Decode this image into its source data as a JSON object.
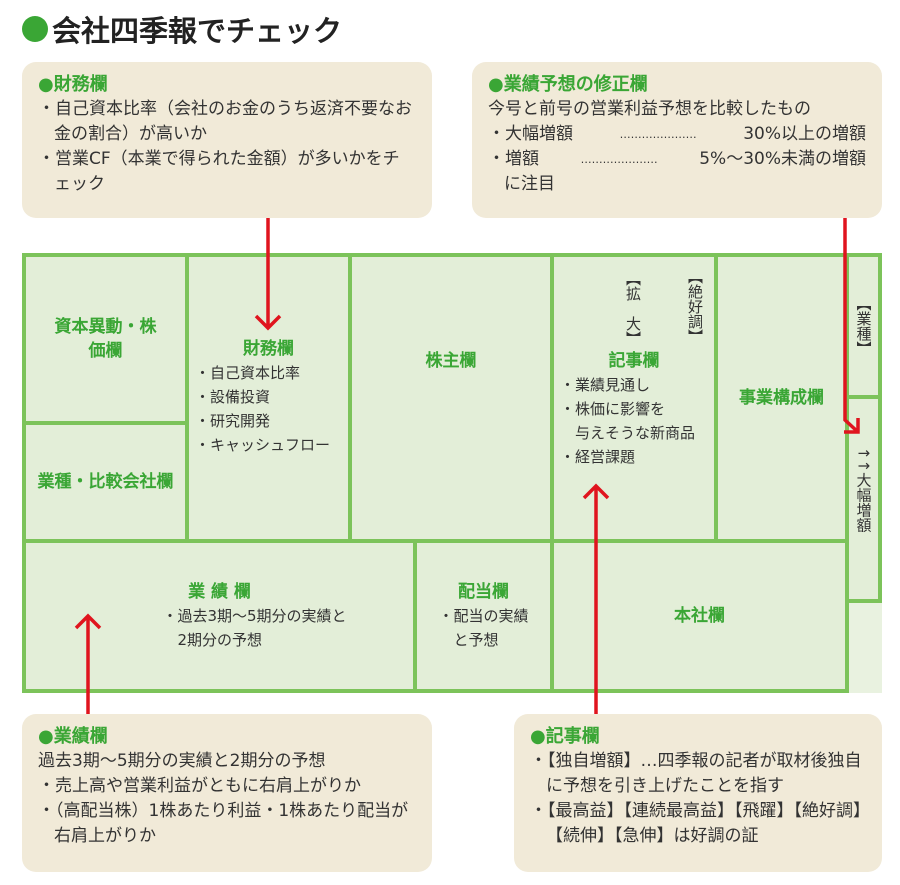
{
  "title": "会社四季報でチェック",
  "callouts": {
    "finance": {
      "heading": "財務欄",
      "items": [
        "・自己資本比率（会社のお金のうち返済不要なお金の割合）が高いか",
        "・営業CF（本業で得られた金額）が多いかをチェック"
      ]
    },
    "revision": {
      "heading": "業績予想の修正欄",
      "intro": "今号と前号の営業利益予想を比較したもの",
      "items": [
        {
          "label": "・大幅増額",
          "dots": "…………………",
          "desc": "30%以上の増額"
        },
        {
          "label": "・増額",
          "dots": "…………………",
          "desc": "5%〜30%未満の増額"
        }
      ],
      "note": "に注目"
    },
    "results": {
      "heading": "業績欄",
      "intro": "過去3期〜5期分の実績と2期分の予想",
      "items": [
        "・売上高や営業利益がともに右肩上がりか",
        "・（高配当株）1株あたり利益・1株あたり配当が右肩上がりか"
      ]
    },
    "article": {
      "heading": "記事欄",
      "items": [
        "・【独自増額】…四季報の記者が取材後独自に予想を引き上げたことを指す",
        "・【最高益】【連続最高益】【飛躍】【絶好調】【続伸】【急伸】は好調の証"
      ]
    }
  },
  "grid": {
    "capital": "資本異動・株価欄",
    "industry": "業種・比較会社欄",
    "finance": {
      "label": "財務欄",
      "items": [
        "・自己資本比率",
        "・設備投資",
        "・研究開発",
        "・キャッシュフロー"
      ]
    },
    "shareholders": "株主欄",
    "article": {
      "label": "記事欄",
      "tag1": "【拡　大】",
      "tag2": "【絶好調】",
      "items": [
        "・業績見通し",
        "・株価に影響を",
        "　与えそうな新商品",
        "・経営課題"
      ]
    },
    "business": "事業構成欄",
    "sector_tag": "【業種】",
    "revision_tag": "↑↑大幅増額",
    "results": {
      "label": "業 績 欄",
      "items": [
        "・過去3期〜5期分の実績と",
        "　2期分の予想"
      ]
    },
    "dividend": {
      "label": "配当欄",
      "items": [
        "・配当の実績",
        "　と予想"
      ]
    },
    "hq": "本社欄"
  }
}
